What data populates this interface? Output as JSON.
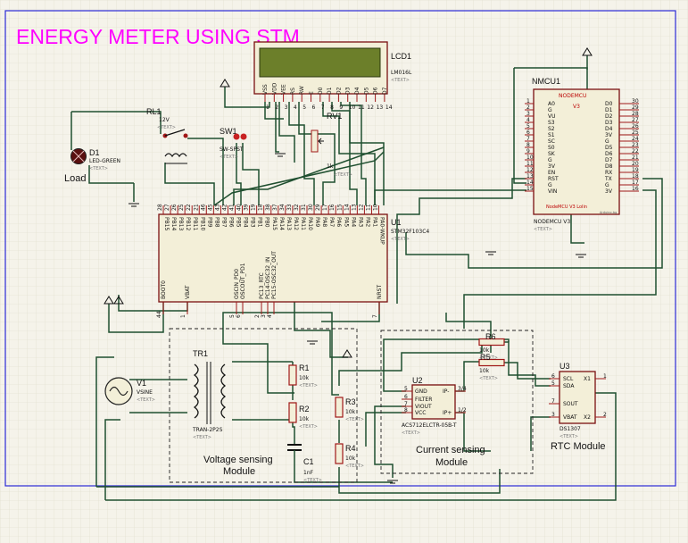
{
  "title": "ENERGY METER USING STM",
  "title_color": "#ff00ff",
  "frame_color": "#2b2bd6",
  "wire_color": "#1f4f2f",
  "lcd": {
    "ref": "LCD1",
    "part": "LM016L",
    "text_tag": "<TEXT>",
    "pin_names": [
      "VSS",
      "VDD",
      "VEE",
      "RS",
      "RW",
      "E",
      "D0",
      "D1",
      "D2",
      "D3",
      "D4",
      "D5",
      "D6",
      "D7"
    ],
    "pin_numbers": [
      "1",
      "2",
      "3",
      "4",
      "5",
      "6",
      "7",
      "8",
      "9",
      "10",
      "11",
      "12",
      "13",
      "14"
    ]
  },
  "nodemcu": {
    "ref": "NMCU1",
    "inner_title": "NODEMCU",
    "inner_sub": "V3",
    "left_pins": [
      "A0",
      "G",
      "VU",
      "S3",
      "S2",
      "S1",
      "SC",
      "S0",
      "SK",
      "G",
      "3V",
      "EN",
      "RST",
      "G",
      "VIN"
    ],
    "left_numbers": [
      "1",
      "2",
      "3",
      "4",
      "5",
      "6",
      "7",
      "8",
      "9",
      "10",
      "11",
      "12",
      "13",
      "14",
      "15"
    ],
    "right_pins": [
      "D0",
      "D1",
      "D2",
      "D3",
      "D4",
      "3V",
      "G",
      "D5",
      "D6",
      "D7",
      "D8",
      "RX",
      "TX",
      "G",
      "3V"
    ],
    "right_numbers": [
      "30",
      "29",
      "28",
      "27",
      "26",
      "25",
      "24",
      "23",
      "22",
      "21",
      "20",
      "19",
      "18",
      "17",
      "16"
    ],
    "part": "NODEMCU V3",
    "text_tag": "<TEXT>",
    "brand": "NodeMCU V3 Lolin",
    "mark": "Arduino-bg"
  },
  "stm": {
    "ref": "U1",
    "part": "STM32F103C4",
    "text_tag": "<TEXT>",
    "top_pins": [
      "PB15",
      "PB14",
      "PB13",
      "PB12",
      "PB11",
      "PB10",
      "PB9",
      "PB8",
      "PB7",
      "PB6",
      "PB5",
      "PB4",
      "PB3",
      "PB1",
      "PB0",
      "PA15",
      "PA14",
      "PA13",
      "PA12",
      "PA11",
      "PA10",
      "PA9",
      "PA8",
      "PA7",
      "PA6",
      "PA5",
      "PA4",
      "PA3",
      "PA2",
      "PA1",
      "PA0-WKUP"
    ],
    "top_numbers": [
      "28",
      "27",
      "26",
      "25",
      "22",
      "21",
      "46",
      "45",
      "43",
      "42",
      "41",
      "40",
      "39",
      "19",
      "18",
      "38",
      "37",
      "34",
      "33",
      "32",
      "31",
      "30",
      "29",
      "17",
      "16",
      "15",
      "14",
      "13",
      "12",
      "11",
      "10"
    ],
    "bottom_pins": [
      "BOOT0",
      "VBAT",
      "OSCIN_PD0",
      "OSCOUT_PD1",
      "PC13_RTC",
      "PC14-OSC32_IN",
      "PC15-OSC32_OUT",
      "NRST"
    ],
    "bottom_numbers": [
      "44",
      "1",
      "5",
      "6",
      "2",
      "3",
      "4",
      "7"
    ]
  },
  "relay": {
    "ref": "RL1",
    "value": "12V",
    "text_tag": "<TEXT>"
  },
  "switch": {
    "ref": "SW1",
    "part": "SW-SPST",
    "text_tag": "<TEXT>"
  },
  "pot": {
    "ref": "RV1",
    "value": "1k",
    "text_tag": "<TEXT>"
  },
  "led": {
    "ref": "D1",
    "part": "LED-GREEN",
    "text_tag": "<TEXT>",
    "caption": "Load"
  },
  "source": {
    "ref": "V1",
    "part": "VSINE",
    "text_tag": "<TEXT>"
  },
  "transformer": {
    "ref": "TR1",
    "part": "TRAN-2P2S",
    "text_tag": "<TEXT>"
  },
  "resistors": [
    {
      "ref": "R1",
      "value": "10k",
      "text_tag": "<TEXT>"
    },
    {
      "ref": "R2",
      "value": "10k",
      "text_tag": "<TEXT>"
    },
    {
      "ref": "R3",
      "value": "10k",
      "text_tag": "<TEXT>"
    },
    {
      "ref": "R4",
      "value": "10k",
      "text_tag": "<TEXT>"
    },
    {
      "ref": "R5",
      "value": "10k",
      "text_tag": "<TEXT>"
    },
    {
      "ref": "R6",
      "value": "10k",
      "text_tag": "<TEXT>"
    }
  ],
  "capacitor": {
    "ref": "C1",
    "value": "1nF",
    "text_tag": "<TEXT>"
  },
  "current_sensor": {
    "ref": "U2",
    "part": "ACS712ELCTR-05B-T",
    "text_tag": "<TEXT>",
    "left_pins": [
      "GND",
      "FILTER",
      "VIOUT",
      "VCC"
    ],
    "left_numbers": [
      "5",
      "6",
      "7",
      "8"
    ],
    "right_pins": [
      "IP-",
      "IP+"
    ],
    "right_numbers": [
      "3/4",
      "1/2"
    ]
  },
  "rtc": {
    "ref": "U3",
    "part": "DS1307",
    "text_tag": "<TEXT>",
    "left_pins": [
      "SCL",
      "SDA",
      "SOUT",
      "VBAT"
    ],
    "left_numbers": [
      "6",
      "5",
      "7",
      "3"
    ],
    "right_pins": [
      "X1",
      "X2"
    ],
    "right_numbers": [
      "1",
      "2"
    ]
  },
  "labels": {
    "voltage_module": [
      "Voltage sensing",
      "Module"
    ],
    "current_module": [
      "Current sensing",
      "Module"
    ],
    "rtc_module": "RTC Module"
  }
}
